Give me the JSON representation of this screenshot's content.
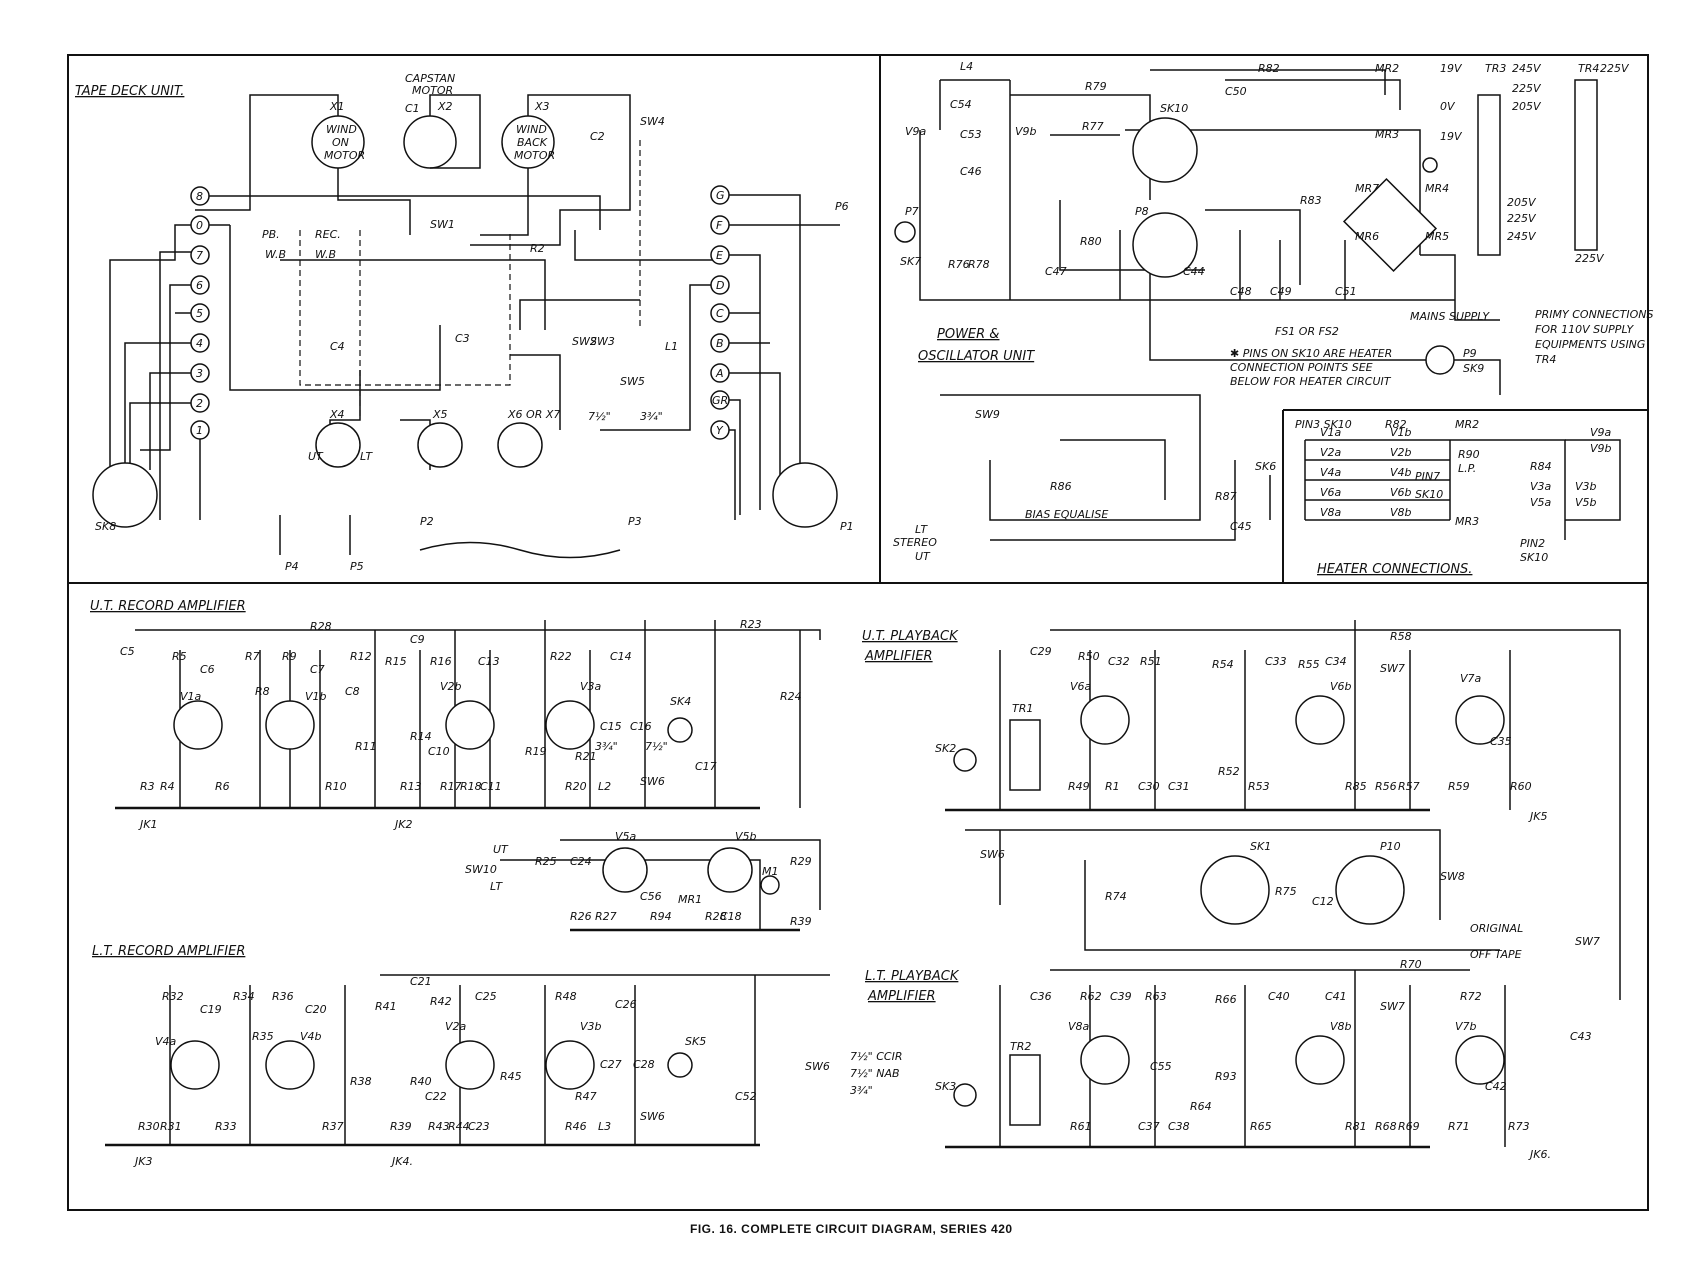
{
  "caption": "FIG. 16. COMPLETE CIRCUIT DIAGRAM, SERIES 420",
  "sections": {
    "tape_deck": "TAPE DECK UNIT.",
    "power": "POWER &",
    "oscillator": "OSCILLATOR UNIT",
    "ut_record": "U.T. RECORD AMPLIFIER",
    "lt_record": "L.T. RECORD AMPLIFIER",
    "ut_playback_1": "U.T. PLAYBACK",
    "ut_playback_2": "AMPLIFIER",
    "lt_playback_1": "L.T. PLAYBACK",
    "lt_playback_2": "AMPLIFIER",
    "heater": "HEATER CONNECTIONS."
  },
  "tape_deck": {
    "motors": [
      "WIND",
      "ON",
      "MOTOR",
      "WIND",
      "BACK",
      "MOTOR",
      "CAPSTAN",
      "MOTOR"
    ],
    "motor_ids": [
      "X1",
      "X2",
      "X3"
    ],
    "heads": [
      "X4",
      "X5",
      "X6 OR X7"
    ],
    "pins_left": [
      "8",
      "0",
      "7",
      "6",
      "5",
      "4",
      "3",
      "2",
      "1"
    ],
    "pins_right": [
      "G",
      "F",
      "E",
      "D",
      "C",
      "B",
      "A",
      "GR",
      "Y"
    ],
    "misc": [
      "C1",
      "C2",
      "C3",
      "C4",
      "SW4",
      "SW1",
      "SW2",
      "SW3",
      "SW5",
      "R2",
      "L1",
      "P6",
      "P1",
      "P2",
      "P3",
      "P4",
      "P5",
      "SK8",
      "UT",
      "LT",
      "PB.",
      "REC.",
      "W.B",
      "W.B",
      "7½\"",
      "3¾\""
    ]
  },
  "power_unit": {
    "labels": [
      "L4",
      "C54",
      "C53",
      "C46",
      "V9a",
      "V9b",
      "P7",
      "SK7",
      "R76",
      "R78",
      "R79",
      "R77",
      "SK10",
      "P8",
      "R80",
      "C47",
      "C44",
      "C50",
      "R82",
      "MR2",
      "MR3",
      "TR3",
      "19V",
      "19V",
      "0V",
      "245V",
      "225V",
      "205V",
      "205V",
      "225V",
      "245V",
      "R83",
      "MR7",
      "MR4",
      "MR6",
      "MR5",
      "C48",
      "C49",
      "C51",
      "MAINS SUPPLY",
      "FS1 OR FS2",
      "P9",
      "SK9",
      "TR4",
      "225V",
      "225V",
      "SW9",
      "R86",
      "BIAS EQUALISE",
      "R87",
      "SK6",
      "C45",
      "LT",
      "STEREO",
      "UT"
    ],
    "notes": [
      "✱ PINS ON SK10 ARE HEATER",
      "CONNECTION POINTS SEE",
      "BELOW FOR HEATER CIRCUIT"
    ],
    "primary": [
      "PRIMY CONNECTIONS",
      "FOR 110V SUPPLY",
      "EQUIPMENTS USING",
      "TR4"
    ]
  },
  "heater": {
    "valves_left": [
      "V1a",
      "V2a",
      "V4a",
      "V6a",
      "V8a"
    ],
    "valves_right": [
      "V1b",
      "V2b",
      "V4b",
      "V6b",
      "V8b"
    ],
    "valves_far": [
      "V9a",
      "V9b",
      "R84",
      "V3a",
      "V3b",
      "V5a",
      "V5b"
    ],
    "misc": [
      "PIN3 SK10",
      "R82",
      "MR2",
      "R90",
      "L.P.",
      "PIN7",
      "SK10",
      "MR3",
      "PIN2",
      "SK10"
    ]
  },
  "ut_record": {
    "labels": [
      "C5",
      "R5",
      "C6",
      "R7",
      "R9",
      "C7",
      "R12",
      "R15",
      "R16",
      "C13",
      "R22",
      "C14",
      "R23",
      "R24",
      "V1a",
      "V1b",
      "R8",
      "C8",
      "C9",
      "R28",
      "V2b",
      "V3a",
      "R3",
      "R4",
      "R6",
      "R11",
      "R14",
      "R10",
      "C10",
      "R13",
      "R17",
      "R18",
      "C11",
      "R19",
      "R20",
      "R21",
      "C15",
      "C16",
      "L2",
      "SW6",
      "SK4",
      "C17",
      "JK1",
      "JK2",
      "3¾\"",
      "7½\""
    ]
  },
  "middle": {
    "labels": [
      "UT",
      "SW10",
      "LT",
      "R25",
      "C24",
      "V5a",
      "V5b",
      "M1",
      "R29",
      "R26",
      "R27",
      "C56",
      "MR1",
      "R94",
      "R28",
      "C18",
      "R39"
    ]
  },
  "lt_record": {
    "labels": [
      "C21",
      "R32",
      "C19",
      "R34",
      "R36",
      "C20",
      "R41",
      "R42",
      "C25",
      "R48",
      "C26",
      "V4a",
      "V4b",
      "R35",
      "V2a",
      "V3b",
      "R30",
      "R31",
      "R33",
      "R38",
      "R37",
      "R40",
      "C22",
      "R39",
      "R43",
      "R44",
      "C23",
      "R45",
      "R46",
      "R47",
      "C27",
      "C28",
      "L3",
      "SW6",
      "SK5",
      "C52",
      "JK3",
      "JK4."
    ]
  },
  "ut_playback": {
    "labels": [
      "C29",
      "R50",
      "C32",
      "R51",
      "R54",
      "C33",
      "R55",
      "C34",
      "SW7",
      "R58",
      "V6a",
      "V6b",
      "V7a",
      "SK2",
      "TR1",
      "R49",
      "R1",
      "C30",
      "C31",
      "R52",
      "R53",
      "R85",
      "R56",
      "R57",
      "R59",
      "C35",
      "R60",
      "JK5",
      "SW6",
      "R74",
      "SK1",
      "R75",
      "P10",
      "C12",
      "SW8",
      "ORIGINAL",
      "OFF TAPE",
      "SW7"
    ]
  },
  "lt_playback": {
    "labels": [
      "C36",
      "R62",
      "C39",
      "R63",
      "R66",
      "C40",
      "C41",
      "SW7",
      "R70",
      "R72",
      "V8a",
      "V8b",
      "V7b",
      "SK3",
      "TR2",
      "R61",
      "C55",
      "R64",
      "R93",
      "C37",
      "C38",
      "R65",
      "R81",
      "R68",
      "R69",
      "R71",
      "C42",
      "R73",
      "C43",
      "JK6."
    ]
  },
  "sw6_legend": [
    "SW6",
    "7½\" CCIR",
    "7½\" NAB",
    "3¾\""
  ]
}
